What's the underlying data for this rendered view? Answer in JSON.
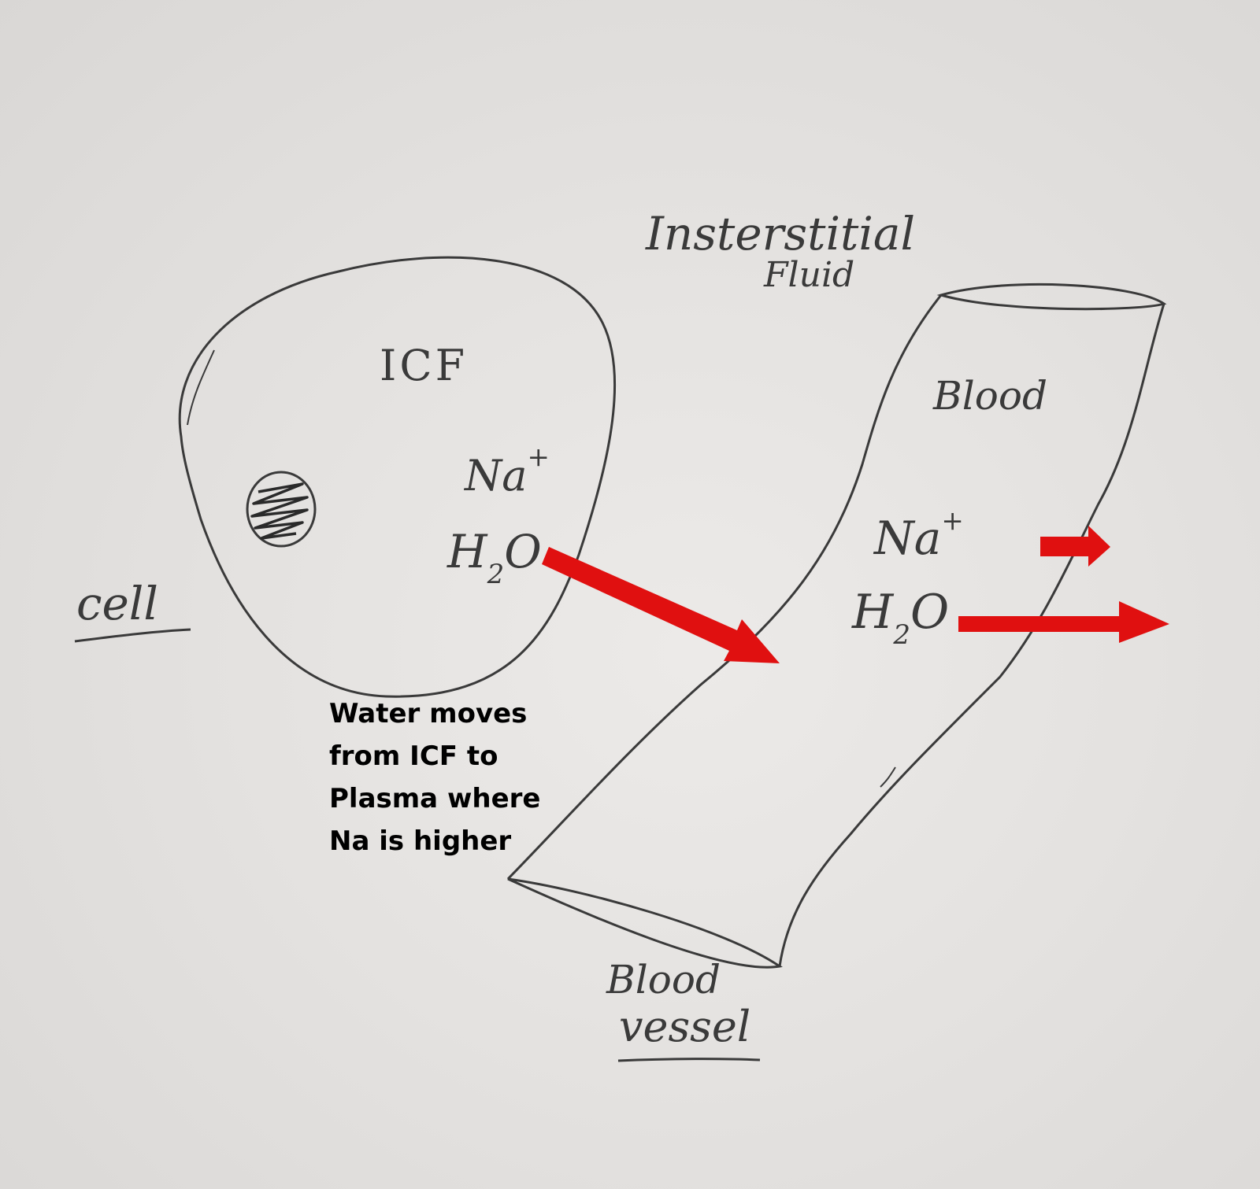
{
  "labels": {
    "icf": "ICF",
    "cell_na": "Na",
    "cell_na_sup": "+",
    "cell_h2o_h": "H",
    "cell_h2o_sub": "2",
    "cell_h2o_o": "O",
    "cell": "cell",
    "interstitial_line1": "Insterstitial",
    "interstitial_line2": "Fluid",
    "blood": "Blood",
    "vessel_na": "Na",
    "vessel_na_sup": "+",
    "vessel_h2o_h": "H",
    "vessel_h2o_sub": "2",
    "vessel_h2o_o": "O",
    "blood_vessel_line1": "Blood",
    "blood_vessel_line2": "vessel"
  },
  "caption": {
    "lines": [
      "Water moves",
      "from ICF to",
      "Plasma where",
      "Na is higher"
    ]
  },
  "colors": {
    "pencil": "#3a3a3a",
    "arrow": "#e01010",
    "caption": "#000000"
  }
}
